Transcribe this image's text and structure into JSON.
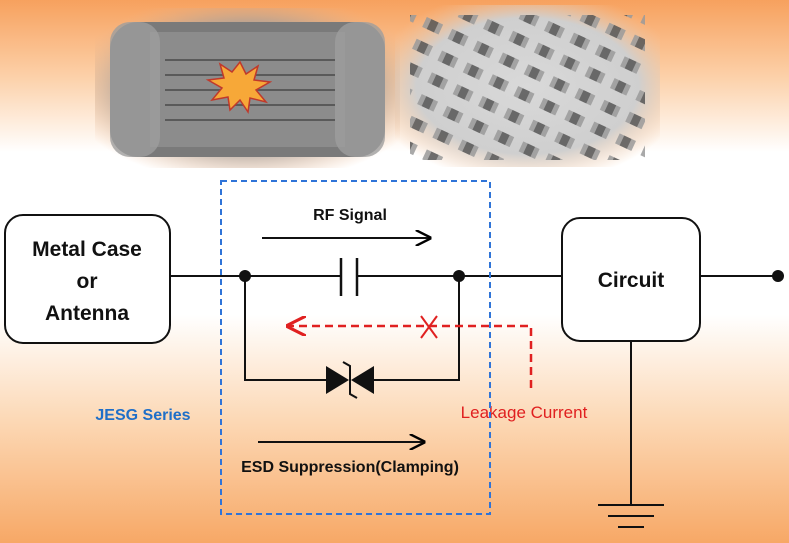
{
  "diagram": {
    "left_box": {
      "lines": [
        "Metal Case",
        "or",
        "Antenna"
      ]
    },
    "right_box": {
      "label": "Circuit"
    },
    "rf_signal_label": "RF Signal",
    "esd_label": "ESD Suppression(Clamping)",
    "series_label": "JESG Series",
    "leakage_label": "Leakage Current",
    "colors": {
      "wire": "#000000",
      "dashed_box": "#2f74d8",
      "leakage": "#e02020",
      "series_text": "#1f6fc8",
      "photo_bg": "#b8b8b8"
    }
  }
}
